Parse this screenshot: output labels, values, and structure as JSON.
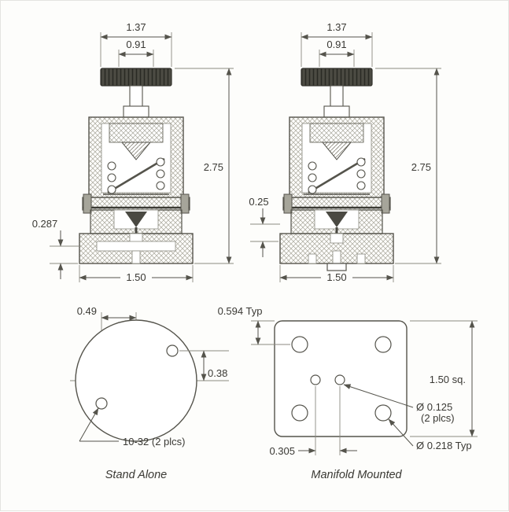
{
  "colors": {
    "line": "#55544c",
    "extension_line": "#8b8a80",
    "knob": "#4c4b43",
    "hatch": "#a8a79b",
    "background": "#fdfdfb"
  },
  "drawing": {
    "front_views": {
      "stand_alone": {
        "top_width": "1.37",
        "cap_width": "0.91",
        "overall_height": "2.75",
        "port_height": "0.287",
        "base_width": "1.50"
      },
      "manifold": {
        "top_width": "1.37",
        "cap_width": "0.91",
        "overall_height": "2.75",
        "port_height": "0.25",
        "base_width": "1.50"
      }
    },
    "bottom_views": {
      "stand_alone": {
        "caption": "Stand Alone",
        "hole_offset_x": "0.49",
        "hole_offset_y": "0.38",
        "thread_callout": "10-32 (2 plcs)"
      },
      "manifold": {
        "caption": "Manifold Mounted",
        "edge_to_hole": "0.594 Typ",
        "flange_size": "1.50 sq.",
        "port_dia_line1": "Ø 0.125",
        "port_dia_line2": "(2 plcs)",
        "mount_hole_dia": "Ø 0.218 Typ",
        "port_spacing": "0.305"
      }
    }
  }
}
